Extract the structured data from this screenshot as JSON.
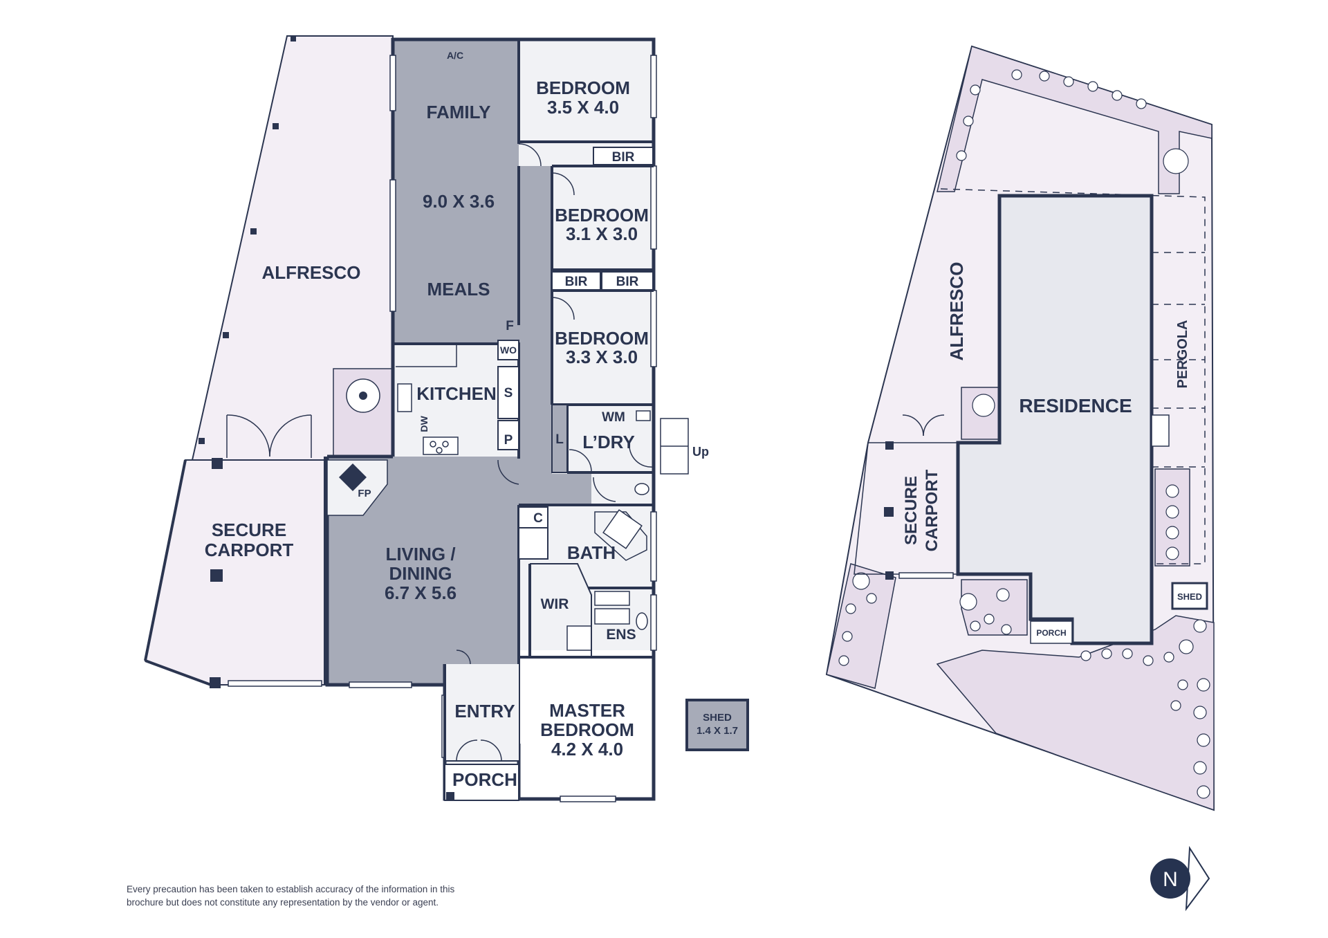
{
  "floor_plan": {
    "rooms": {
      "family": "FAMILY",
      "family_dims": "9.0 X 3.6",
      "meals": "MEALS",
      "alfresco": "ALFRESCO",
      "secure_carport": [
        "SECURE",
        "CARPORT"
      ],
      "bedroom1": [
        "BEDROOM",
        "3.5 X 4.0"
      ],
      "bedroom2": [
        "BEDROOM",
        "3.1 X 3.0"
      ],
      "bedroom3": [
        "BEDROOM",
        "3.3 X 3.0"
      ],
      "kitchen": "KITCHEN",
      "laundry": "L’DRY",
      "living_dining": [
        "LIVING /",
        "DINING",
        "6.7 X 5.6"
      ],
      "bath": "BATH",
      "wir": "WIR",
      "ens": "ENS",
      "entry": "ENTRY",
      "porch": "PORCH",
      "master_bedroom": [
        "MASTER",
        "BEDROOM",
        "4.2 X 4.0"
      ],
      "shed": [
        "SHED",
        "1.4 X 1.7"
      ]
    },
    "fixtures": {
      "ac": "A/C",
      "bir": "BIR",
      "wo": "WO",
      "s": "S",
      "p": "P",
      "f": "F",
      "dw": "DW",
      "wm": "WM",
      "l": "L",
      "c": "C",
      "fp": "FP",
      "up": "Up"
    }
  },
  "site_plan": {
    "residence": "RESIDENCE",
    "alfresco": "ALFRESCO",
    "pergola": "PERGOLA",
    "secure_carport": [
      "SECURE",
      "CARPORT"
    ],
    "shed": "SHED",
    "porch": "PORCH"
  },
  "compass": {
    "label": "N"
  },
  "disclaimer": [
    "Every precaution has been taken to establish accuracy of the information in this",
    "brochure but does not constitute any representation by the vendor or agent."
  ],
  "colors": {
    "wall": "#2b3550",
    "outdoor": "#f3eef5",
    "dark_room": "#a7abb8",
    "light_room": "#f1f2f5",
    "garden": "#e6dcea",
    "compass": "#263350"
  }
}
